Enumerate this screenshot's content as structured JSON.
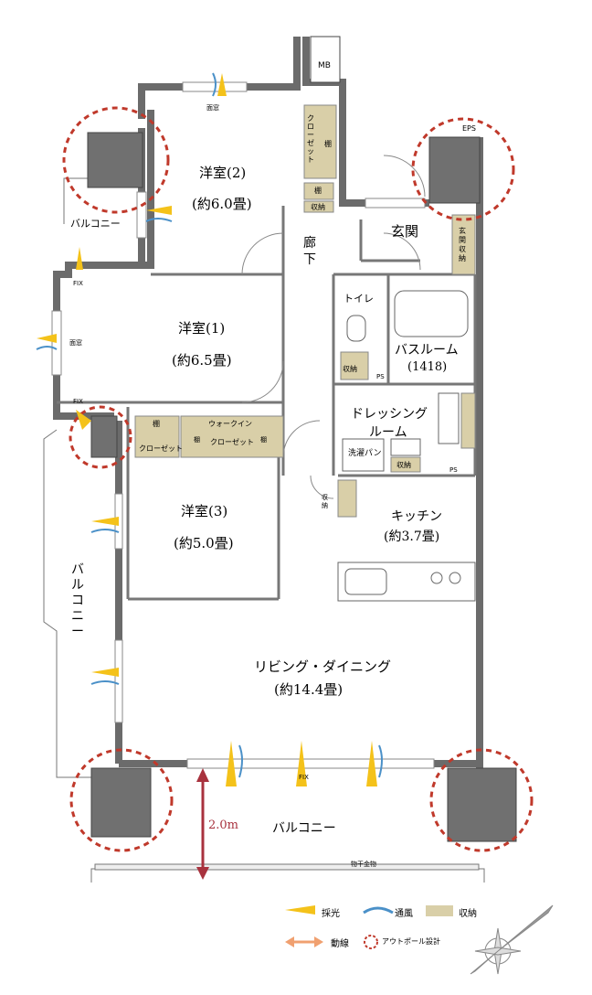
{
  "rooms": {
    "western2": {
      "name": "洋室(2)",
      "area": "(約6.0畳)"
    },
    "western1": {
      "name": "洋室(1)",
      "area": "(約6.5畳)"
    },
    "western3": {
      "name": "洋室(3)",
      "area": "(約5.0畳)"
    },
    "kitchen": {
      "name": "キッチン",
      "area": "(約3.7畳)"
    },
    "living": {
      "name": "リビング・ダイニング",
      "area": "(約14.4畳)"
    },
    "bath": {
      "name": "バスルーム",
      "size": "(1418)"
    },
    "dressing": {
      "line1": "ドレッシング",
      "line2": "ルーム"
    },
    "toilet": "トイレ",
    "entrance": "玄関",
    "corridor": "廊下"
  },
  "labels": {
    "mb": "MB",
    "eps": "EPS",
    "balcony_small": "バルコニー",
    "balcony_side": "バルコニー",
    "balcony_south": "バルコニー",
    "closet": "クローゼット",
    "shelf": "棚",
    "storage": "収納",
    "walkin": "ウォークイン",
    "walkin_closet": "クローゼット",
    "entrance_storage": "玄関収納",
    "washer_pan": "洗濯パン",
    "ps": "PS",
    "fix": "FIX",
    "bay_window": "面窓",
    "drying_rack": "物干金物",
    "height": "2.0m"
  },
  "legend": {
    "light": "採光",
    "wind": "通風",
    "storage": "収納",
    "flow": "動線",
    "outpole": "アウトポール設計"
  },
  "colors": {
    "wall": "#6b6b6b",
    "pillar": "#707070",
    "storage": "#d9cfa8",
    "light": "#f4c21a",
    "wind": "#4a90c8",
    "outpole": "#c0392b",
    "height_arrow": "#a8323e",
    "flow": "#f0a070"
  }
}
